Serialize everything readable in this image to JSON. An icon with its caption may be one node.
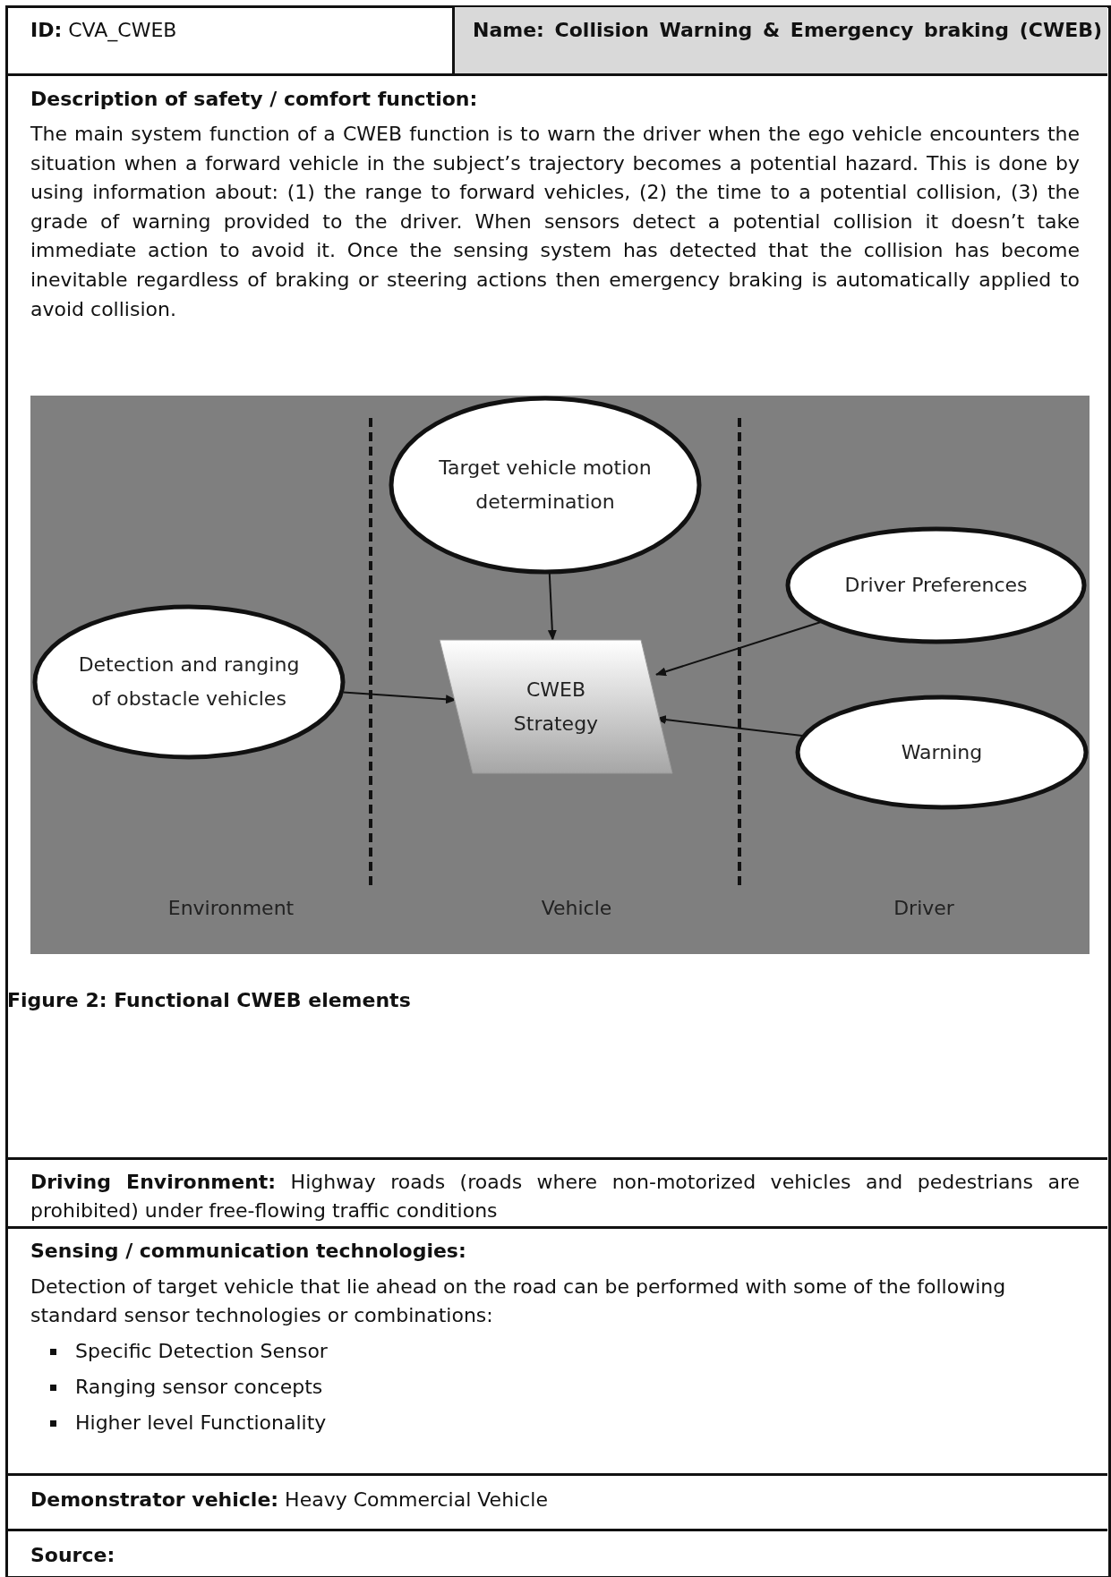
{
  "diagram": {
    "caption": "Figure 2: Functional CWEB elements",
    "nodes": [
      {
        "text": [
          "Target vehicle motion determination"
        ]
      },
      {
        "text": [
          "Driver Preferences"
        ]
      },
      {
        "text": [
          "Detection and ranging of obstacle vehicles"
        ]
      },
      {
        "text": [
          "CWEB Strategy"
        ]
      },
      {
        "text": [
          "Warning"
        ]
      }
    ],
    "edges": [
      {
        "from": 0,
        "to": 3,
        "arrow": "to"
      },
      {
        "from": 1,
        "to": 3,
        "arrow": "to"
      },
      {
        "from": 2,
        "to": 3,
        "arrow": "to"
      },
      {
        "from": 4,
        "to": 3,
        "arrow": "to"
      }
    ],
    "labels": [
      "**ID:** CVA_CWEB",
      "Name: Collision Warning & Emergency braking (CWEB)",
      "Description of safety / comfort function:",
      "The main system function of a CWEB function is to warn the driver when the ego vehicle encounters the situation when a forward vehicle in the subject’s trajectory becomes a potential hazard. This is done by using information about: (1) the range to forward vehicles, (2) the time to a potential collision, (3) the grade of warning provided to the driver. When sensors detect a potential collision it doesn’t take immediate action to avoid it. Once the sensing system has detected that the collision has become inevitable regardless of braking or steering actions then emergency braking is automatically applied to avoid collision.",
      "Environment",
      "Vehicle",
      "Driver",
      "**Driving Environment:** Highway roads (roads where non-motorized vehicles and pedestrians are prohibited) under free-flowing traffic conditions",
      "Sensing / communication technologies:",
      "Detection of target vehicle that lie ahead on the road can be performed with some of the following standard sensor technologies or combinations:",
      "Specific Detection Sensor",
      "Ranging sensor concepts",
      "Higher level Functionality",
      "**Demonstrator vehicle:** Heavy Commercial Vehicle",
      "Source:"
    ]
  }
}
